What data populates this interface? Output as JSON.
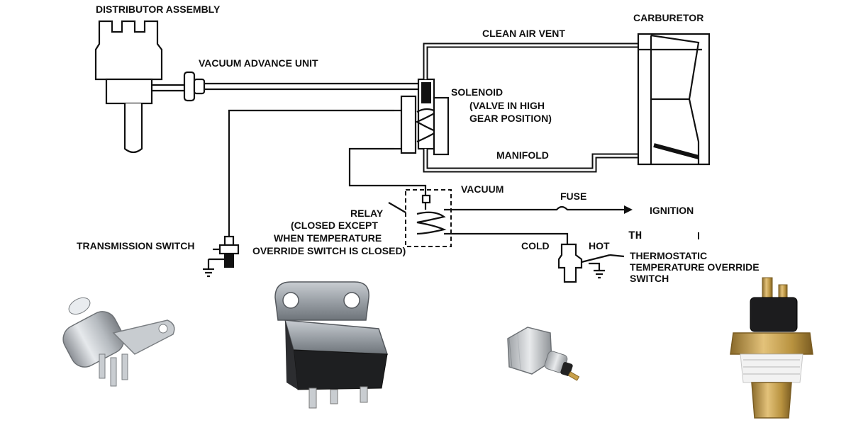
{
  "labels": {
    "distributor": "DISTRIBUTOR ASSEMBLY",
    "vacuum_advance": "VACUUM ADVANCE UNIT",
    "clean_air_vent": "CLEAN AIR VENT",
    "carburetor": "CARBURETOR",
    "solenoid_1": "SOLENOID",
    "solenoid_2": "(VALVE IN HIGH",
    "solenoid_3": "GEAR POSITION)",
    "manifold": "MANIFOLD",
    "vacuum": "VACUUM",
    "fuse": "FUSE",
    "ignition": "IGNITION",
    "relay_1": "RELAY",
    "relay_2": "(CLOSED EXCEPT",
    "relay_3": "WHEN TEMPERATURE",
    "relay_4": "OVERRIDE SWITCH IS CLOSED)",
    "transmission_switch": "TRANSMISSION SWITCH",
    "cold": "COLD",
    "hot": "HOT",
    "th": "TH",
    "thermo_1": "THERMOSTATIC",
    "thermo_2": "TEMPERATURE OVERRIDE",
    "thermo_3": "SWITCH"
  },
  "photos": {
    "solenoid_photo": "vacuum-solenoid-photo",
    "relay_photo": "relay-photo",
    "trans_switch_photo": "transmission-switch-photo",
    "temp_switch_photo": "temperature-switch-photo"
  }
}
